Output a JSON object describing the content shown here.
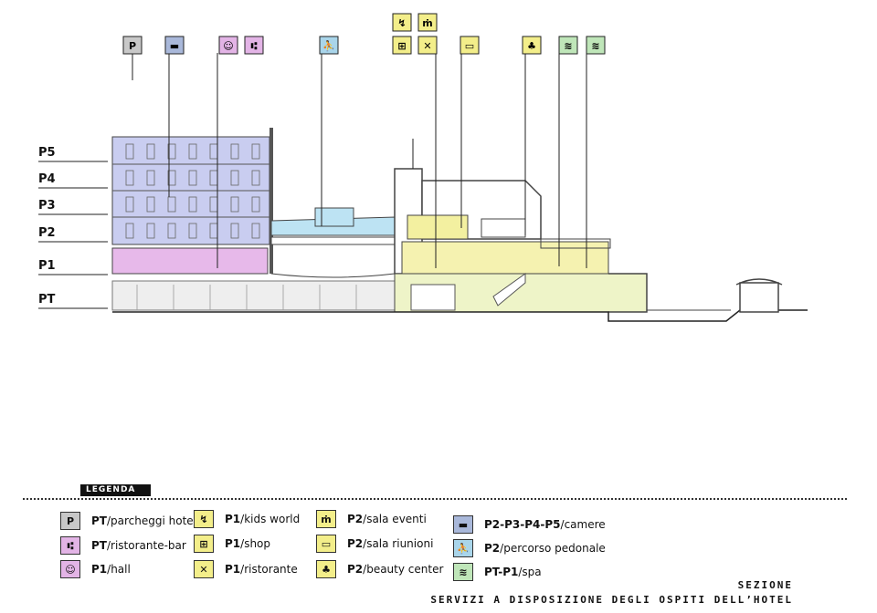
{
  "levels": [
    "P5",
    "P4",
    "P3",
    "P2",
    "P1",
    "PT"
  ],
  "legend": {
    "tab": "LEGENDA",
    "items": [
      {
        "code": "PT",
        "desc": "parcheggi hotel",
        "icon": "parking-icon",
        "color": "#c8c8c8",
        "glyph": "P"
      },
      {
        "code": "PT",
        "desc": "ristorante-bar",
        "icon": "restaurant-bar-icon",
        "color": "#e3b4e6",
        "glyph": "⑆"
      },
      {
        "code": "P1",
        "desc": "hall",
        "icon": "hall-icon",
        "color": "#e3b4e6",
        "glyph": "☺"
      },
      {
        "code": "P1",
        "desc": "kids world",
        "icon": "kids-world-icon",
        "color": "#f3ee8a",
        "glyph": "↯"
      },
      {
        "code": "P1",
        "desc": "shop",
        "icon": "shop-icon",
        "color": "#f3ee8a",
        "glyph": "⊞"
      },
      {
        "code": "P1",
        "desc": "ristorante",
        "icon": "ristorante-icon",
        "color": "#f3ee8a",
        "glyph": "✕"
      },
      {
        "code": "P2",
        "desc": "sala eventi",
        "icon": "sala-eventi-icon",
        "color": "#f3ee8a",
        "glyph": "ṁ"
      },
      {
        "code": "P2",
        "desc": "sala riunioni",
        "icon": "sala-riunioni-icon",
        "color": "#f3ee8a",
        "glyph": "▭"
      },
      {
        "code": "P2",
        "desc": "beauty center",
        "icon": "beauty-center-icon",
        "color": "#f3ee8a",
        "glyph": "♣"
      },
      {
        "code": "P2-P3-P4-P5",
        "desc": "camere",
        "icon": "camere-icon",
        "color": "#a9b8da",
        "glyph": "▬"
      },
      {
        "code": "P2",
        "desc": "percorso pedonale",
        "icon": "percorso-pedonale-icon",
        "color": "#a9d5ea",
        "glyph": "⛹"
      },
      {
        "code": "PT-P1",
        "desc": "spa",
        "icon": "spa-icon",
        "color": "#bfe6b9",
        "glyph": "≋"
      }
    ]
  },
  "title": "SEZIONE",
  "subtitle": "SERVIZI A DISPOSIZIONE DEGLI OSPITI DELL’HOTEL"
}
